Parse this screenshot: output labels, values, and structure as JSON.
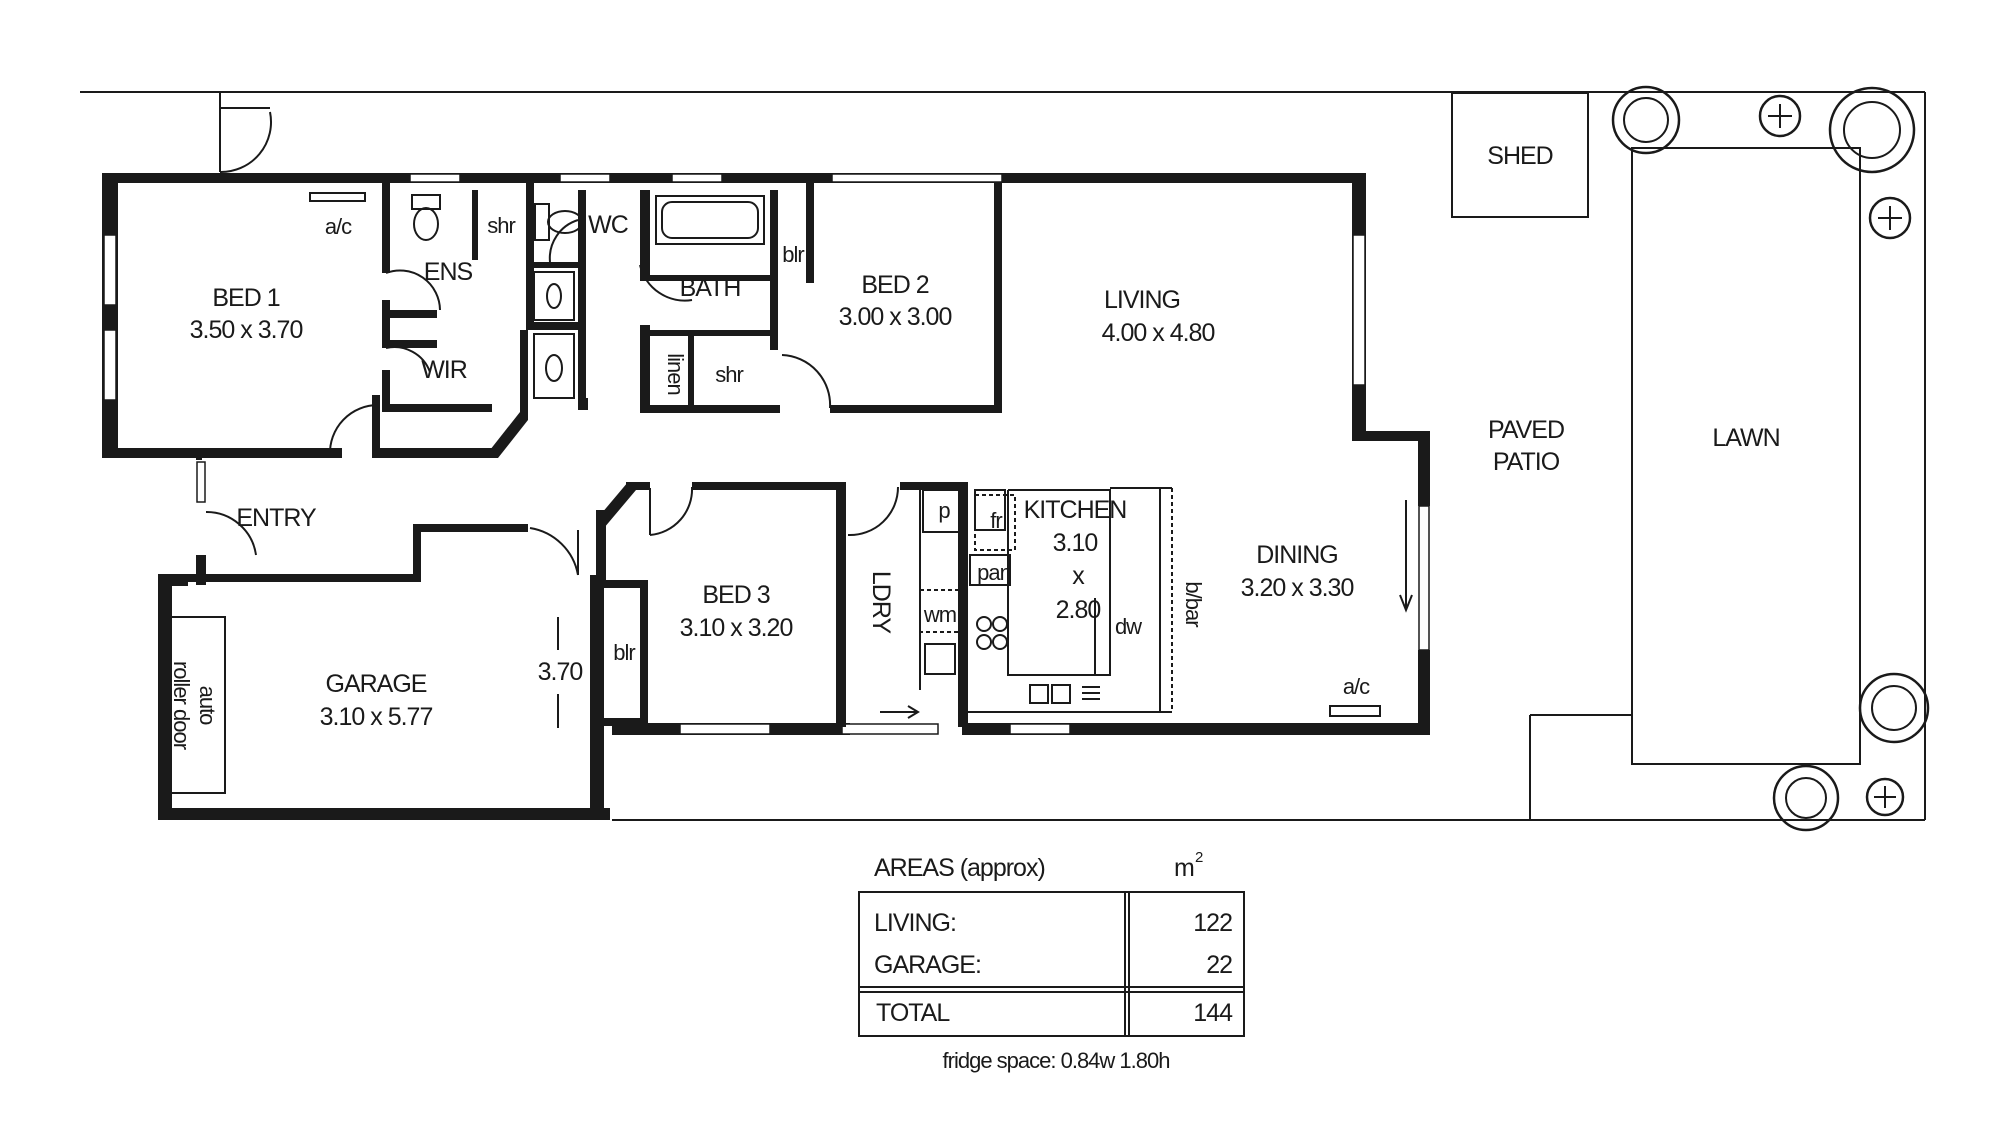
{
  "rooms": {
    "bed1": {
      "name": "BED 1",
      "size": "3.50 x 3.70"
    },
    "bed2": {
      "name": "BED 2",
      "size": "3.00 x 3.00"
    },
    "bed3": {
      "name": "BED 3",
      "size": "3.10 x 3.20"
    },
    "living": {
      "name": "LIVING",
      "size": "4.00 x 4.80"
    },
    "dining": {
      "name": "DINING",
      "size": "3.20 x 3.30"
    },
    "kitchen": {
      "name": "KITCHEN",
      "size_w": "3.10",
      "times": "x",
      "size_h": "2.80"
    },
    "garage": {
      "name": "GARAGE",
      "size": "3.10 x 5.77",
      "dim": "3.70"
    },
    "ens": "ENS",
    "wir": "WIR",
    "bath": "BATH",
    "wc": "WC",
    "entry": "ENTRY",
    "laundry": "LDRY"
  },
  "fixtures": {
    "ac": "a/c",
    "shr": "shr",
    "blr": "blr",
    "linen": "linen",
    "p": "p",
    "fr": "fr",
    "pan": "pan",
    "wm": "wm",
    "dw": "dw",
    "bbar": "b/bar",
    "roller_door_1": "auto",
    "roller_door_2": "roller door"
  },
  "outdoor": {
    "shed": "SHED",
    "patio_1": "PAVED",
    "patio_2": "PATIO",
    "lawn": "LAWN"
  },
  "areas": {
    "title": "AREAS (approx)",
    "unit": "m",
    "unit_sup": "2",
    "rows": [
      {
        "label": "LIVING:",
        "value": "122"
      },
      {
        "label": "GARAGE:",
        "value": "22"
      }
    ],
    "total": {
      "label": "TOTAL",
      "value": "144"
    },
    "note": "fridge space: 0.84w 1.80h"
  }
}
